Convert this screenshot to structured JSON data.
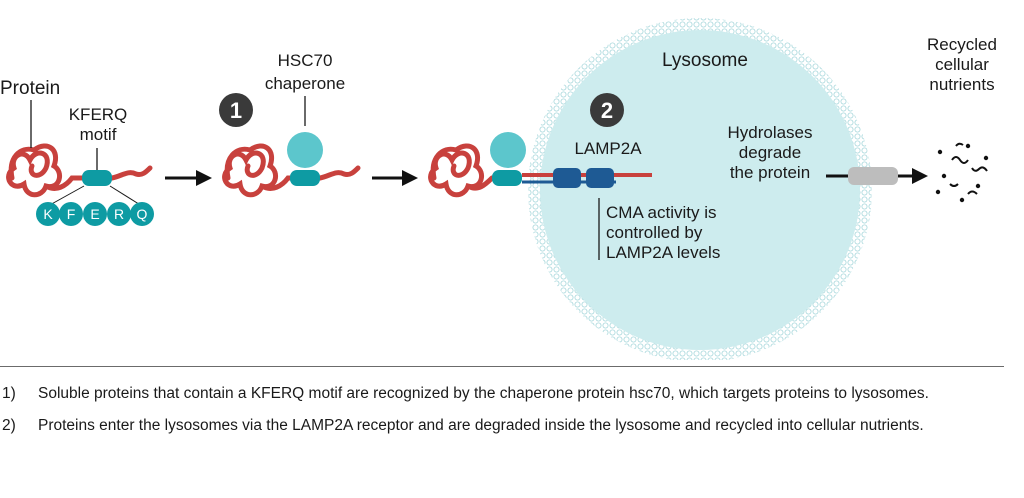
{
  "labels": {
    "protein": "Protein",
    "kferq_line1": "KFERQ",
    "kferq_line2": "motif",
    "kferq_letters": [
      "K",
      "F",
      "E",
      "R",
      "Q"
    ],
    "hsc70_line1": "HSC70",
    "hsc70_line2": "chaperone",
    "lysosome": "Lysosome",
    "lamp2a": "LAMP2A",
    "step1": "1",
    "step2": "2",
    "cma_lines": [
      "CMA activity is",
      "controlled by",
      "LAMP2A levels"
    ],
    "hydrolases_lines": [
      "Hydrolases",
      "degrade",
      "the protein"
    ],
    "recycled_lines": [
      "Recycled",
      "cellular",
      "nutrients"
    ]
  },
  "notes": [
    {
      "num": "1)",
      "text": "Soluble proteins that contain a KFERQ motif are recognized by the chaperone protein hsc70, which targets proteins to lysosomes."
    },
    {
      "num": "2)",
      "text": "Proteins enter the lysosomes via the LAMP2A receptor and are degraded inside the lysosome and recycled into cellular nutrients."
    }
  ],
  "colors": {
    "protein": "#c8413d",
    "motif": "#0e9ba3",
    "chaperone": "#5cc6cc",
    "receptor": "#1e5a94",
    "lysosome_fill": "#cdecee",
    "lysosome_rim": "#b5dfe3",
    "hydrolase": "#bdbdbd"
  }
}
